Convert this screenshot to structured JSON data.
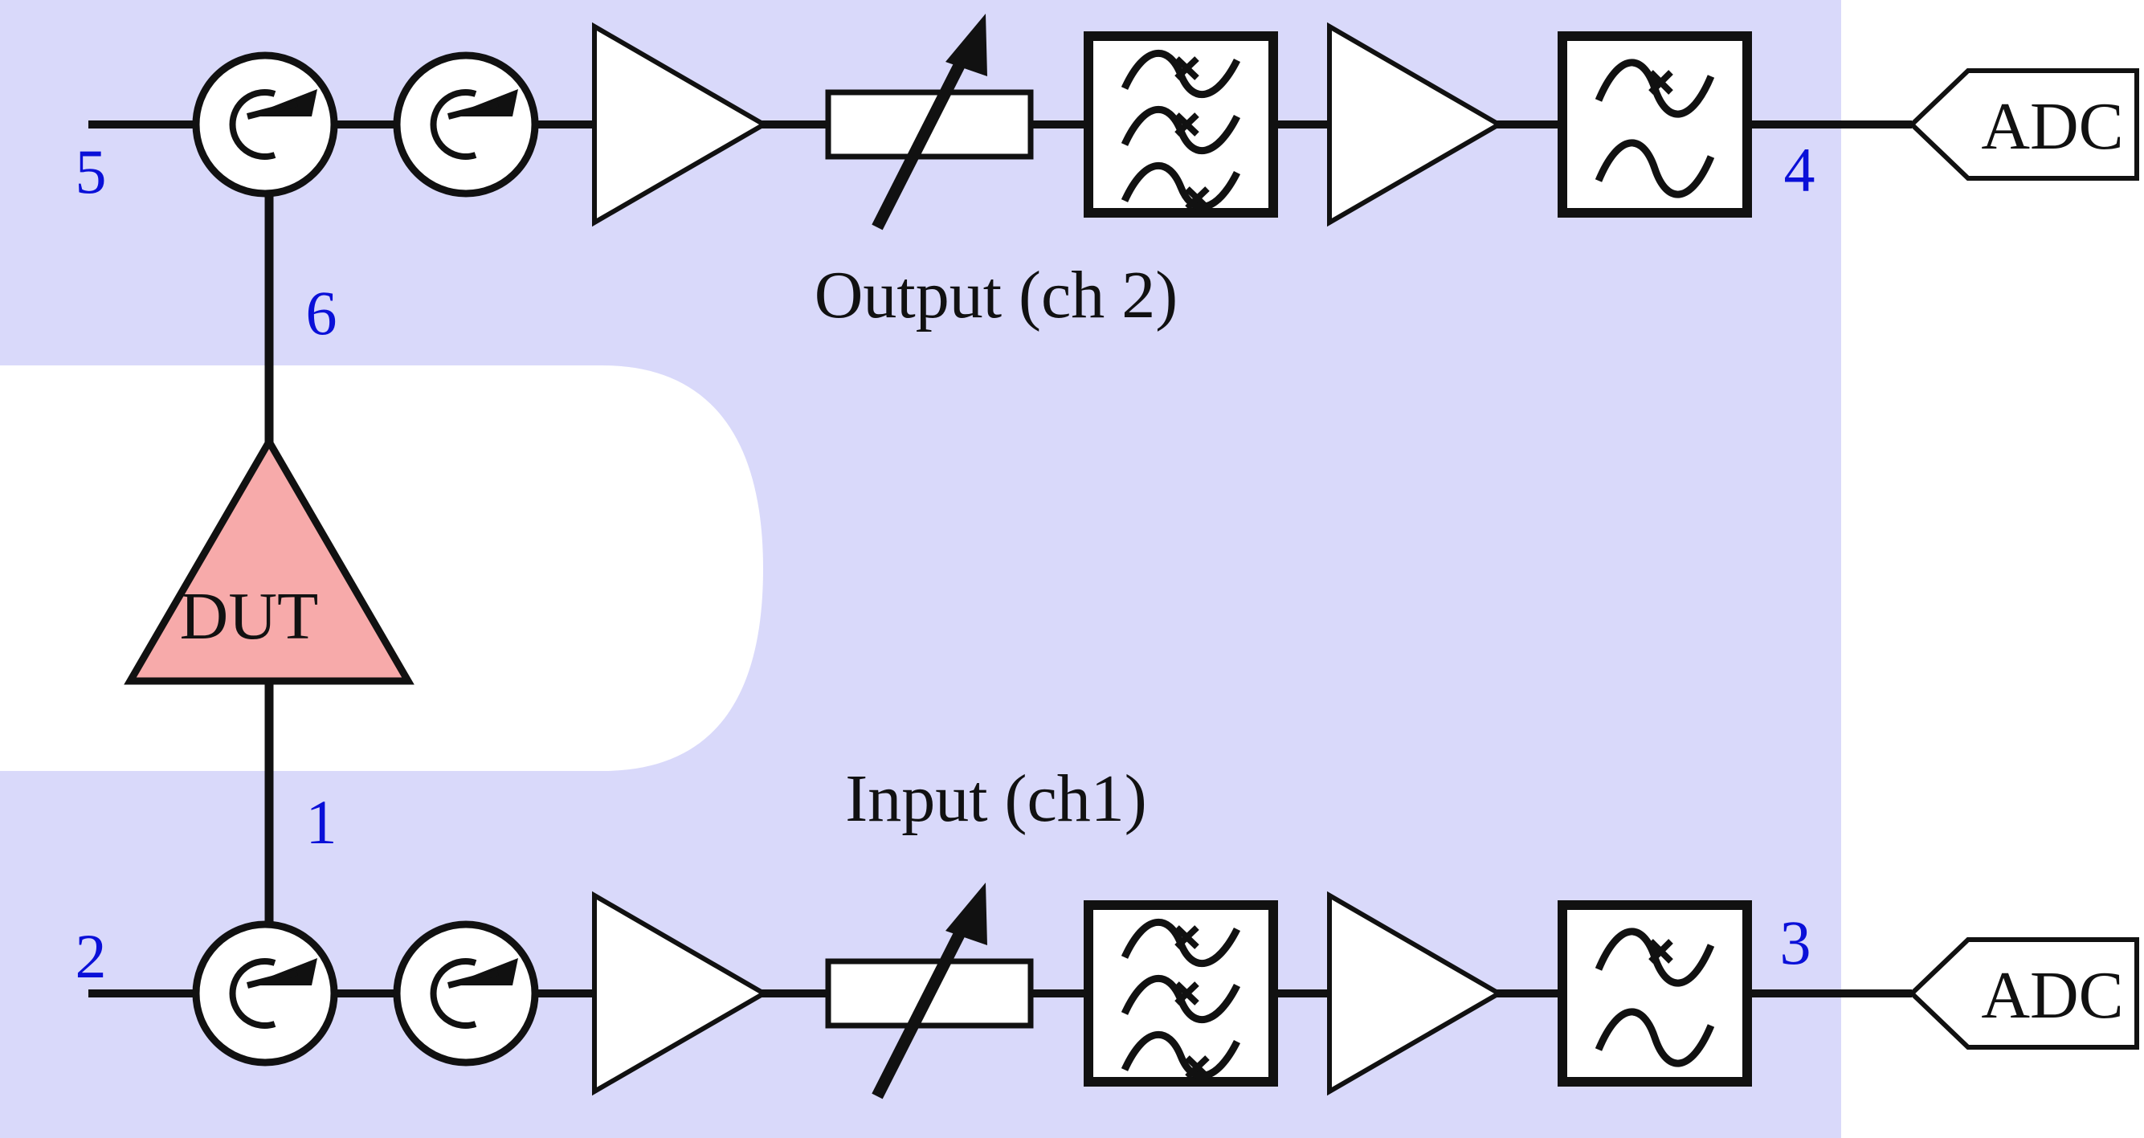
{
  "colors": {
    "region_fill": "#d9d9fa",
    "dut_fill": "#f7aaaa",
    "port_label": "#0a10d8",
    "line": "#111111",
    "component_fill": "#ffffff"
  },
  "output_chain": {
    "label": "Output (ch 2)",
    "components": [
      "circulator",
      "circulator",
      "amplifier",
      "variable-attenuator",
      "filter-bank",
      "amplifier",
      "filter",
      "adc"
    ],
    "adc_label": "ADC"
  },
  "input_chain": {
    "label": "Input (ch1)",
    "components": [
      "circulator",
      "circulator",
      "amplifier",
      "variable-attenuator",
      "filter-bank",
      "amplifier",
      "filter",
      "adc"
    ],
    "adc_label": "ADC"
  },
  "dut": {
    "label": "DUT"
  },
  "ports": {
    "p1": "1",
    "p2": "2",
    "p3": "3",
    "p4": "4",
    "p5": "5",
    "p6": "6"
  }
}
